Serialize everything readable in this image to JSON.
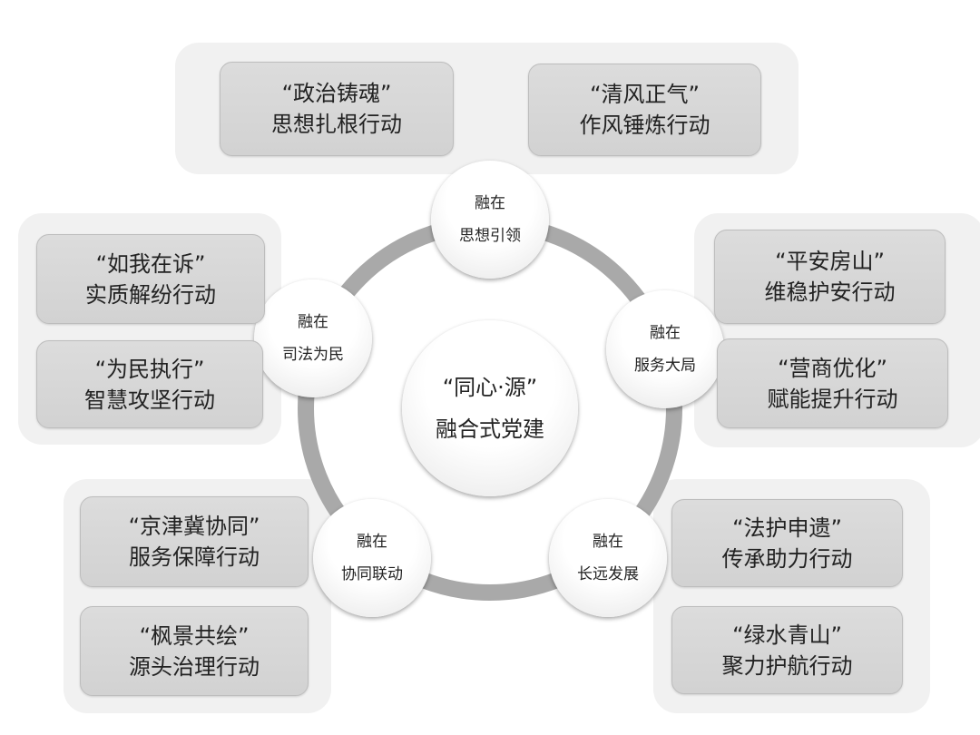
{
  "center": {
    "line1": "“同心·源”",
    "line2": "融合式党建"
  },
  "nodes": [
    {
      "line1": "融在",
      "line2": "思想引领"
    },
    {
      "line1": "融在",
      "line2": "司法为民"
    },
    {
      "line1": "融在",
      "line2": "服务大局"
    },
    {
      "line1": "融在",
      "line2": "协同联动"
    },
    {
      "line1": "融在",
      "line2": "长远发展"
    }
  ],
  "actions": [
    {
      "title": "“政治铸魂”",
      "subtitle": "思想扎根行动"
    },
    {
      "title": "“清风正气”",
      "subtitle": "作风锤炼行动"
    },
    {
      "title": "“如我在诉”",
      "subtitle": "实质解纷行动"
    },
    {
      "title": "“为民执行”",
      "subtitle": "智慧攻坚行动"
    },
    {
      "title": "“平安房山”",
      "subtitle": "维稳护安行动"
    },
    {
      "title": "“营商优化”",
      "subtitle": "赋能提升行动"
    },
    {
      "title": "“京津冀协同”",
      "subtitle": "服务保障行动"
    },
    {
      "title": "“枫景共绘”",
      "subtitle": "源头治理行动"
    },
    {
      "title": "“法护申遗”",
      "subtitle": "传承助力行动"
    },
    {
      "title": "“绿水青山”",
      "subtitle": "聚力护航行动"
    }
  ]
}
